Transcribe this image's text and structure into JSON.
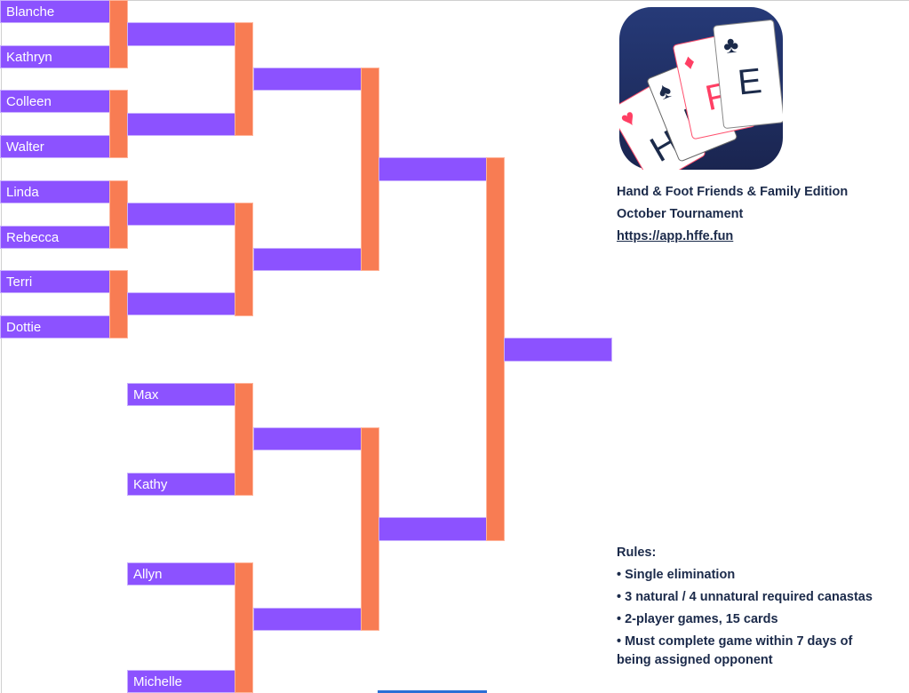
{
  "players": [
    "Blanche",
    "Kathryn",
    "Colleen",
    "Walter",
    "Linda",
    "Rebecca",
    "Terri",
    "Dottie",
    "Max",
    "Kathy",
    "Allyn",
    "Michelle"
  ],
  "info": {
    "title": "Hand & Foot Friends & Family Edition",
    "subtitle": "October Tournament",
    "link": "https://app.hffe.fun"
  },
  "logo": {
    "letters": [
      "H",
      "F",
      "F",
      "E"
    ]
  },
  "rules": {
    "heading": "Rules:",
    "items": [
      "• Single elimination",
      "• 3 natural / 4 unnatural required canastas",
      "• 2-player games, 15 cards",
      "• Must complete game within 7 days of",
      "being assigned opponent"
    ]
  },
  "colors": {
    "slot": "#8c52ff",
    "connector": "#f87c53",
    "text": "#1b2a4a"
  }
}
